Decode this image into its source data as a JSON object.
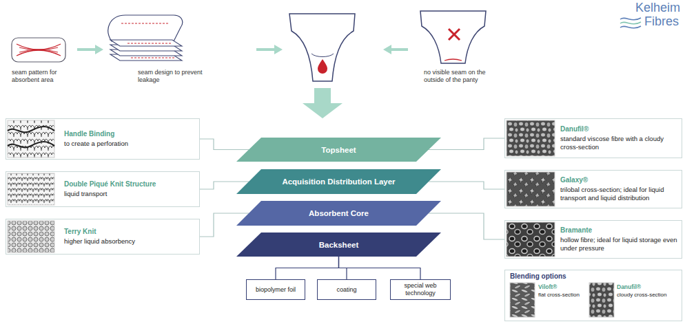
{
  "diagram": {
    "nodes": [
      {
        "text": [
          "Handle Binding",
          "to create a perforation"
        ]
      },
      {
        "text": [
          "Topsheet"
        ]
      },
      {
        "text": [
          "Danufil®",
          "standard viscose fibre with a cloudy cross-section"
        ]
      },
      {
        "text": [
          "Double Piqué Knit Structure",
          "liquid transport"
        ]
      },
      {
        "text": [
          "Acquisition Distribution Layer"
        ]
      },
      {
        "text": [
          "Galaxy®",
          "trilobal cross-section; ideal for liquid transport and liquid distribution"
        ]
      },
      {
        "text": [
          "Absorbent Core"
        ]
      },
      {
        "text": [
          "Terry Knit",
          "higher liquid absorbency"
        ]
      },
      {
        "text": [
          "Bramante",
          "hollow fibre; ideal for liquid storage even under pressure"
        ]
      },
      {
        "text": [
          "Backsheet"
        ]
      },
      {
        "text": [
          "biopolymer foil"
        ]
      },
      {
        "text": [
          "coating"
        ]
      },
      {
        "text": [
          "special web technology"
        ]
      },
      {
        "text": [
          "Blending options"
        ]
      },
      {
        "text": [
          "Viloft®",
          "flat cross-section"
        ],
        "in": 13
      },
      {
        "text": [
          "Danufil®",
          "cloudy cross-section"
        ],
        "in": 13
      }
    ],
    "edges": [
      {
        "from": 0,
        "to": 1,
        "arrow": "none"
      },
      {
        "from": 2,
        "to": 1,
        "arrow": "none"
      },
      {
        "from": 3,
        "to": 4,
        "arrow": "none"
      },
      {
        "from": 5,
        "to": 4,
        "arrow": "none"
      },
      {
        "from": 7,
        "to": 6,
        "arrow": "none"
      },
      {
        "from": 8,
        "to": 6,
        "arrow": "none"
      },
      {
        "from": 9,
        "to": 10,
        "arrow": "none"
      },
      {
        "from": 9,
        "to": 11,
        "arrow": "none"
      },
      {
        "from": 9,
        "to": 12,
        "arrow": "none"
      }
    ],
    "labels": [
      "seam pattern for absorbent area",
      "seam design to prevent leakage",
      "no visible seam on the outside of the panty",
      "Kelheim",
      "Fibres"
    ]
  }
}
